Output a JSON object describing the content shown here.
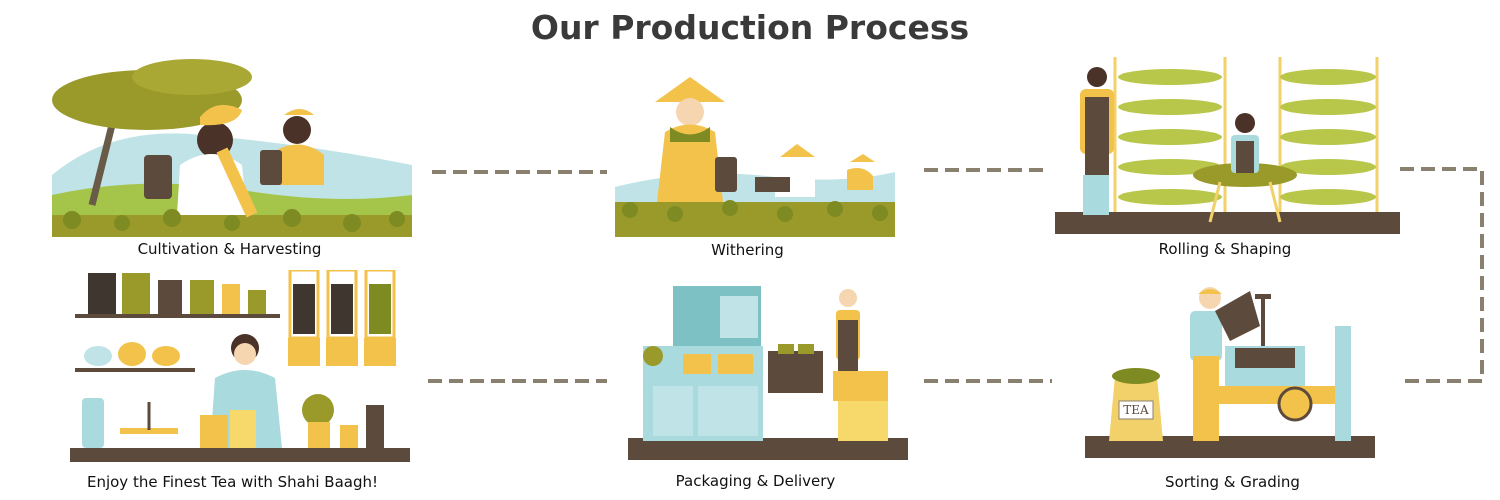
{
  "title": "Our Production Process",
  "steps": [
    {
      "label": "Cultivation & Harvesting"
    },
    {
      "label": "Withering"
    },
    {
      "label": "Rolling & Shaping"
    },
    {
      "label": "Sorting & Grading"
    },
    {
      "label": "Packaging & Delivery"
    },
    {
      "label": "Enjoy the Finest Tea with Shahi Baagh!"
    }
  ],
  "sack_text": "TEA",
  "colors": {
    "olive": "#9a9a2a",
    "brown": "#5c4a3c",
    "yellow": "#f2c24a",
    "mint": "#a9dadd",
    "dash": "#8a8070"
  }
}
